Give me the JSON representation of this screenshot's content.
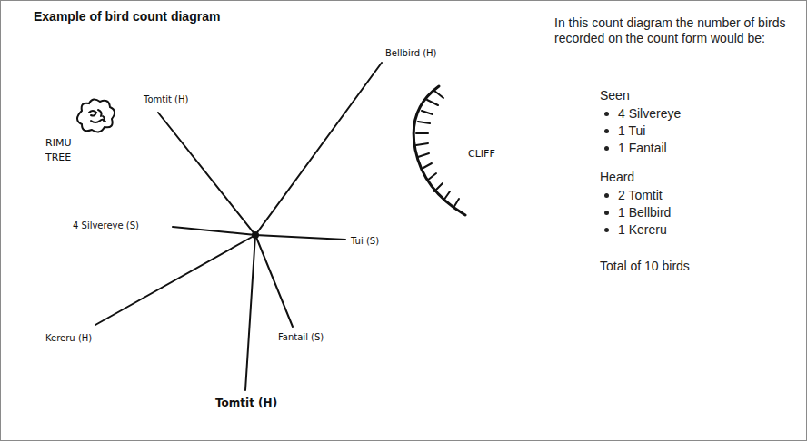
{
  "diagram": {
    "title": "Example of bird count diagram",
    "labels": [
      "Bellbird (H)",
      "Tomtit (H)",
      "RIMU TREE",
      "CLIFF",
      "4 Silvereye (S)",
      "Tui (S)",
      "Kereru (H)",
      "Fantail (S)",
      "Tomtit (H)",
      "In this count diagram the number of birds recorded on the count form would be:",
      "Seen",
      "4 Silvereye",
      "1 Tui",
      "1 Fantail",
      "Heard",
      "2 Tomtit",
      "1 Bellbird",
      "1 Kereru",
      "Total of 10 birds"
    ]
  }
}
